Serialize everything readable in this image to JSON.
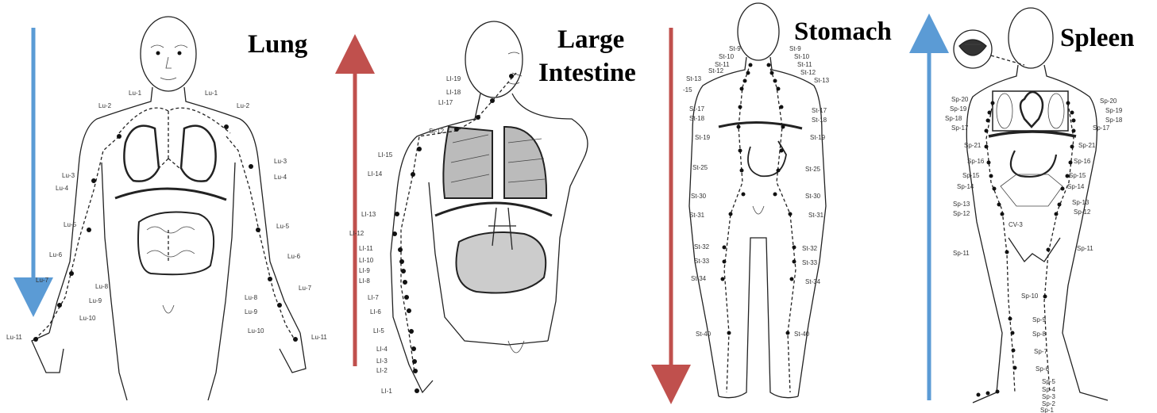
{
  "panels": [
    {
      "title": "Lung",
      "arrow_color": "#5b9bd5",
      "arrow_direction": "down",
      "points": [
        "Lu-1",
        "Lu-1",
        "Lu-2",
        "Lu-2",
        "Lu-3",
        "Lu-3",
        "Lu-4",
        "Lu-4",
        "Lu-5",
        "Lu-5",
        "Lu-6",
        "Lu-6",
        "Lu-7",
        "Lu-7",
        "Lu-8",
        "Lu-8",
        "Lu-9",
        "Lu-9",
        "Lu-10",
        "Lu-10",
        "Lu-11",
        "Lu-11"
      ]
    },
    {
      "title_lines": [
        "Large",
        "Intestine"
      ],
      "arrow_color": "#c0504d",
      "arrow_direction": "up",
      "points": [
        "LI-19",
        "LI-18",
        "LI-17",
        "St-12",
        "LI-15",
        "LI-14",
        "LI-13",
        "LI-12",
        "LI-11",
        "LI-10",
        "LI-9",
        "LI-8",
        "LI-7",
        "LI-6",
        "LI-5",
        "LI-4",
        "LI-3",
        "LI-2",
        "LI-1"
      ]
    },
    {
      "title": "Stomach",
      "arrow_color": "#c0504d",
      "arrow_direction": "down",
      "points": [
        "St-9",
        "St-10",
        "St-11",
        "St-12",
        "St-9",
        "St-10",
        "St-11",
        "St-12",
        "St-13",
        "-15",
        "St-13",
        "St-17",
        "St-18",
        "St-17",
        "St-18",
        "St-19",
        "St-19",
        "St-25",
        "St-25",
        "St-30",
        "St-30",
        "St-31",
        "St-31",
        "St-32",
        "St-32",
        "St-33",
        "St-33",
        "St-34",
        "St-34",
        "St-40",
        "St-40"
      ]
    },
    {
      "title": "Spleen",
      "arrow_color": "#5b9bd5",
      "arrow_direction": "up",
      "points": [
        "Sp-20",
        "Sp-19",
        "Sp-18",
        "Sp-17",
        "Sp-21",
        "Sp-16",
        "Sp-15",
        "Sp-14",
        "Sp-13",
        "Sp-12",
        "Sp-20",
        "Sp-19",
        "Sp-18",
        "Sp-17",
        "Sp-21",
        "Sp-16",
        "Sp-15",
        "Sp-14",
        "Sp-13",
        "Sp-12",
        "CV-3",
        "Sp-11",
        "Sp-11",
        "Sp-10",
        "Sp-9",
        "Sp-8",
        "Sp-7",
        "Sp-6",
        "Sp-5",
        "Sp-4",
        "Sp-3",
        "Sp-2",
        "Sp-1"
      ]
    }
  ]
}
